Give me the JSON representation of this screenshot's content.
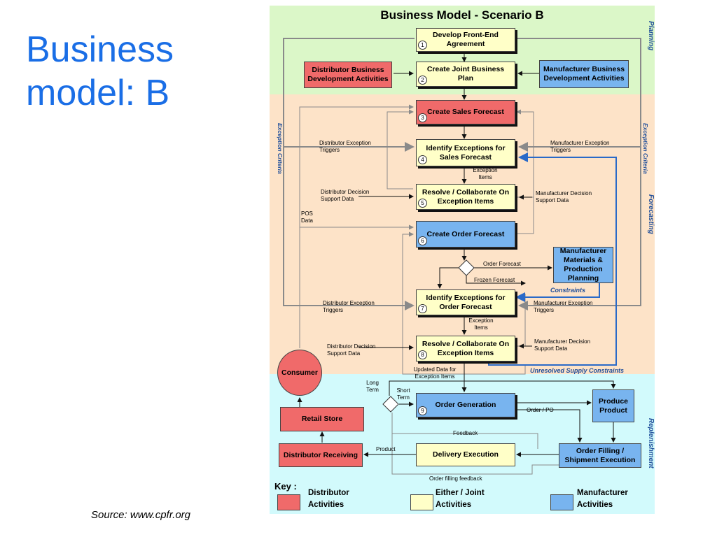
{
  "slide": {
    "title_line1": "Business",
    "title_line2": "model: B",
    "source": "Source: www.cpfr.org"
  },
  "diagram": {
    "title": "Business Model - Scenario B",
    "sections": {
      "planning": "Planning",
      "forecasting": "Forecasting",
      "replenishment": "Replenishment"
    },
    "exception_criteria": "Exception Criteria",
    "steps": [
      {
        "num": "1",
        "label": "Develop Front-End Agreement"
      },
      {
        "num": "2",
        "label": "Create Joint Business Plan"
      },
      {
        "num": "3",
        "label": "Create Sales Forecast"
      },
      {
        "num": "4",
        "label": "Identify Exceptions for Sales Forecast"
      },
      {
        "num": "5",
        "label": "Resolve / Collaborate On Exception Items"
      },
      {
        "num": "6",
        "label": "Create Order Forecast"
      },
      {
        "num": "7",
        "label": "Identify Exceptions for Order Forecast"
      },
      {
        "num": "8",
        "label": "Resolve / Collaborate On Exception Items"
      },
      {
        "num": "9",
        "label": "Order Generation"
      }
    ],
    "boxes": {
      "dist_bus_dev": "Distributor Business Development Activities",
      "mfr_bus_dev": "Manufacturer Business Development Activities",
      "mfr_materials": "Manufacturer Materials & Production Planning",
      "consumer": "Consumer",
      "retail_store": "Retail Store",
      "distributor_receiving": "Distributor Receiving",
      "delivery_execution": "Delivery Execution",
      "produce_product": "Produce Product",
      "order_filling": "Order Filling / Shipment Execution"
    },
    "labels": {
      "dist_exc_triggers_1": "Distributor Exception Triggers",
      "mfr_exc_triggers_1": "Manufacturer Exception Triggers",
      "exception_items_1": "Exception Items",
      "dist_decision_1": "Distributor Decision Support Data",
      "mfr_decision_1": "Manufacturer Decision Support Data",
      "pos_data": "POS Data",
      "order_forecast": "Order Forecast",
      "frozen_forecast": "Frozen  Forecast",
      "constraints": "Constraints",
      "dist_exc_triggers_2": "Distributor Exception Triggers",
      "mfr_exc_triggers_2": "Manufacturer Exception Triggers",
      "exception_items_2": "Exception Items",
      "dist_decision_2": "Distributor Decision Support Data",
      "mfr_decision_2": "Manufacturer Decision Support Data",
      "updated_data": "Updated Data for Exception Items",
      "unresolved": "Unresolved Supply Constraints",
      "long_term": "Long Term",
      "short_term": "Short Term",
      "order_po": "Order / PO",
      "feedback": "Feedback",
      "product": "Product",
      "order_filling_feedback": "Order filling feedback"
    },
    "key": {
      "title": "Key :",
      "distributor": "Distributor Activities",
      "joint": "Either / Joint Activities",
      "manufacturer": "Manufacturer Activities"
    },
    "colors": {
      "planning_bg": "#dbf7c8",
      "forecasting_bg": "#fde3c8",
      "replenishment_bg": "#d2fafc",
      "distributor": "#f06a6a",
      "joint": "#ffffc8",
      "manufacturer": "#78b4ef",
      "title_blue": "#1a6ee6",
      "constraint_blue": "#2a6ac8"
    }
  }
}
